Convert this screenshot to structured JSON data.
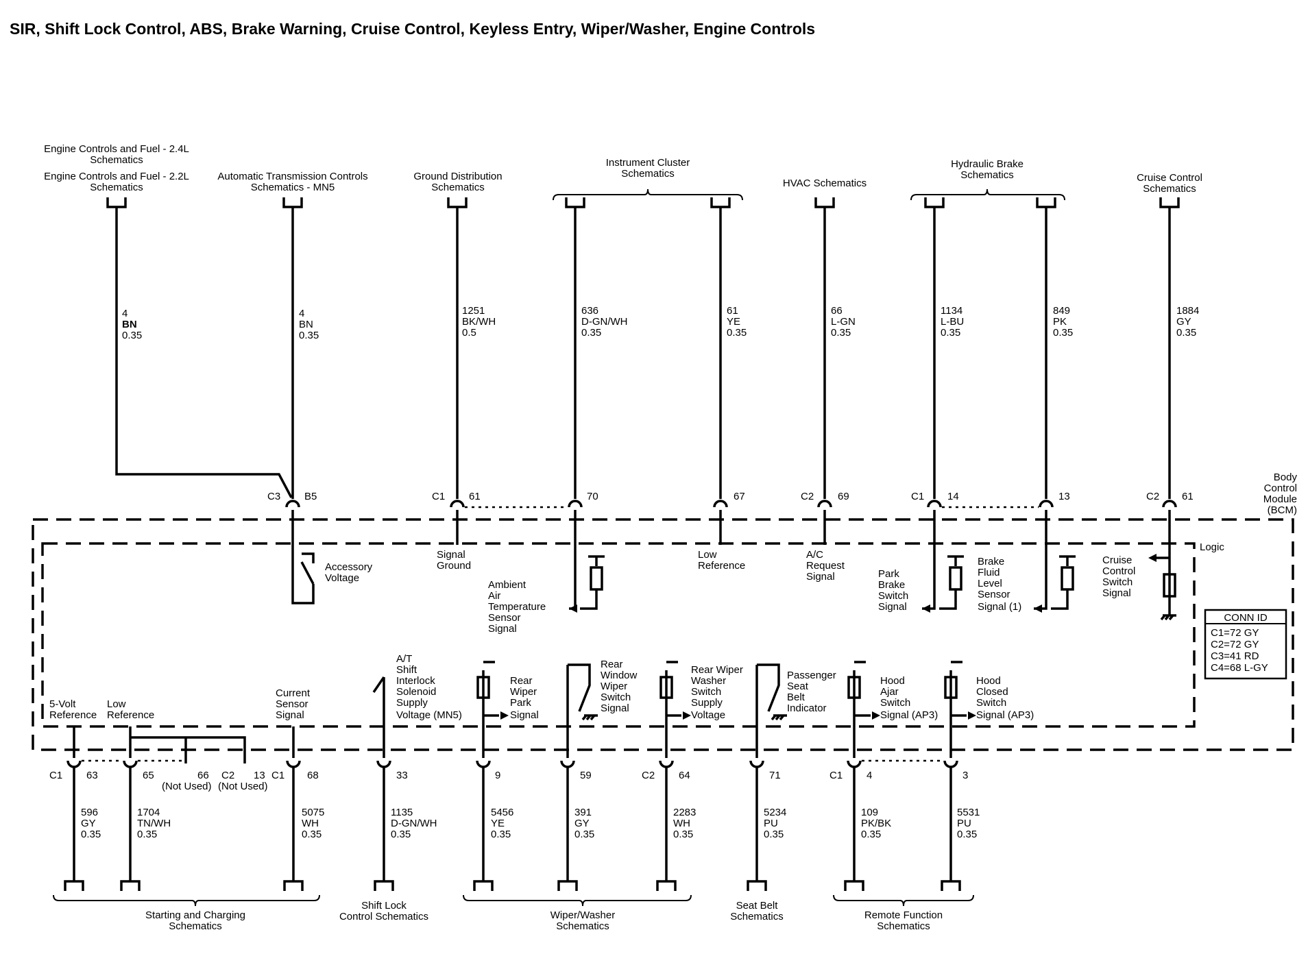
{
  "title": "SIR, Shift Lock Control, ABS, Brake Warning, Cruise Control, Keyless Entry, Wiper/Washer, Engine Controls",
  "top_refs": {
    "engine_24": [
      "Engine Controls and Fuel - 2.4L",
      "Schematics"
    ],
    "engine_22": [
      "Engine Controls and Fuel - 2.2L",
      "Schematics"
    ],
    "auto_trans": [
      "Automatic Transmission Controls",
      "Schematics - MN5"
    ],
    "ground": [
      "Ground Distribution",
      "Schematics"
    ],
    "cluster": [
      "Instrument Cluster",
      "Schematics"
    ],
    "hvac": [
      "HVAC Schematics"
    ],
    "brake": [
      "Hydraulic Brake",
      "Schematics"
    ],
    "cruise": [
      "Cruise Control",
      "Schematics"
    ]
  },
  "top_wires": [
    {
      "id": "w1",
      "circuit": "4",
      "color": "BN",
      "gauge": "0.35"
    },
    {
      "id": "w2",
      "circuit": "4",
      "color": "BN",
      "gauge": "0.35"
    },
    {
      "id": "w3",
      "circuit": "1251",
      "color": "BK/WH",
      "gauge": "0.5"
    },
    {
      "id": "w4",
      "circuit": "636",
      "color": "D-GN/WH",
      "gauge": "0.35"
    },
    {
      "id": "w5",
      "circuit": "61",
      "color": "YE",
      "gauge": "0.35"
    },
    {
      "id": "w6",
      "circuit": "66",
      "color": "L-GN",
      "gauge": "0.35"
    },
    {
      "id": "w7",
      "circuit": "1134",
      "color": "L-BU",
      "gauge": "0.35"
    },
    {
      "id": "w8",
      "circuit": "849",
      "color": "PK",
      "gauge": "0.35"
    },
    {
      "id": "w9",
      "circuit": "1884",
      "color": "GY",
      "gauge": "0.35"
    }
  ],
  "top_pins": {
    "c3": "C3",
    "b5": "B5",
    "c1a": "C1",
    "p61a": "61",
    "p70": "70",
    "p67": "67",
    "c2a": "C2",
    "p69": "69",
    "c1b": "C1",
    "p14": "14",
    "p13": "13",
    "c2b": "C2",
    "p61b": "61"
  },
  "module": [
    "Body",
    "Control",
    "Module",
    "(BCM)"
  ],
  "logic": "Logic",
  "inner_labels": {
    "accessory": [
      "Accessory",
      "Voltage"
    ],
    "signal_ground": [
      "Signal",
      "Ground"
    ],
    "ambient": [
      "Ambient",
      "Air",
      "Temperature",
      "Sensor",
      "Signal"
    ],
    "low_ref_top": [
      "Low",
      "Reference"
    ],
    "ac_request": [
      "A/C",
      "Request",
      "Signal"
    ],
    "park_brake": [
      "Park",
      "Brake",
      "Switch",
      "Signal"
    ],
    "brake_fluid": [
      "Brake",
      "Fluid",
      "Level",
      "Sensor",
      "Signal (1)"
    ],
    "cruise_switch": [
      "Cruise",
      "Control",
      "Switch",
      "Signal"
    ],
    "five_volt": [
      "5-Volt",
      "Reference"
    ],
    "low_ref_bot": [
      "Low",
      "Reference"
    ],
    "current_sensor": [
      "Current",
      "Sensor",
      "Signal"
    ],
    "shift_interlock": [
      "A/T",
      "Shift",
      "Interlock",
      "Solenoid",
      "Supply",
      "Voltage (MN5)"
    ],
    "rear_wiper_park": [
      "Rear",
      "Wiper",
      "Park",
      "Signal"
    ],
    "rear_window_wiper": [
      "Rear",
      "Window",
      "Wiper",
      "Switch",
      "Signal"
    ],
    "rear_wiper_washer": [
      "Rear Wiper",
      "Washer",
      "Switch",
      "Supply",
      "Voltage"
    ],
    "passenger_seat": [
      "Passenger",
      "Seat",
      "Belt",
      "Indicator"
    ],
    "hood_ajar": [
      "Hood",
      "Ajar",
      "Switch",
      "Signal (AP3)"
    ],
    "hood_closed": [
      "Hood",
      "Closed",
      "Switch",
      "Signal (AP3)"
    ]
  },
  "conn_id": {
    "title": "CONN ID",
    "rows": [
      "C1=72 GY",
      "C2=72 GY",
      "C3=41 RD",
      "C4=68 L-GY"
    ]
  },
  "bottom_pins": {
    "c1a": "C1",
    "p63": "63",
    "p65": "65",
    "p66": "66",
    "not_used_a": "(Not Used)",
    "c2a": "C2",
    "p13": "13",
    "not_used_b": "(Not Used)",
    "c1b": "C1",
    "p68": "68",
    "p33": "33",
    "p9": "9",
    "p59": "59",
    "c2b": "C2",
    "p64": "64",
    "p71": "71",
    "c1c": "C1",
    "p4": "4",
    "p3": "3"
  },
  "bottom_wires": [
    {
      "id": "b1",
      "circuit": "596",
      "color": "GY",
      "gauge": "0.35"
    },
    {
      "id": "b2",
      "circuit": "1704",
      "color": "TN/WH",
      "gauge": "0.35"
    },
    {
      "id": "b3",
      "circuit": "5075",
      "color": "WH",
      "gauge": "0.35"
    },
    {
      "id": "b4",
      "circuit": "1135",
      "color": "D-GN/WH",
      "gauge": "0.35"
    },
    {
      "id": "b5",
      "circuit": "5456",
      "color": "YE",
      "gauge": "0.35"
    },
    {
      "id": "b6",
      "circuit": "391",
      "color": "GY",
      "gauge": "0.35"
    },
    {
      "id": "b7",
      "circuit": "2283",
      "color": "WH",
      "gauge": "0.35"
    },
    {
      "id": "b8",
      "circuit": "5234",
      "color": "PU",
      "gauge": "0.35"
    },
    {
      "id": "b9",
      "circuit": "109",
      "color": "PK/BK",
      "gauge": "0.35"
    },
    {
      "id": "b10",
      "circuit": "5531",
      "color": "PU",
      "gauge": "0.35"
    }
  ],
  "bottom_refs": {
    "starting": [
      "Starting and Charging",
      "Schematics"
    ],
    "shift_lock": [
      "Shift Lock",
      "Control Schematics"
    ],
    "wiper": [
      "Wiper/Washer",
      "Schematics"
    ],
    "seat_belt": [
      "Seat Belt",
      "Schematics"
    ],
    "remote": [
      "Remote Function",
      "Schematics"
    ]
  }
}
